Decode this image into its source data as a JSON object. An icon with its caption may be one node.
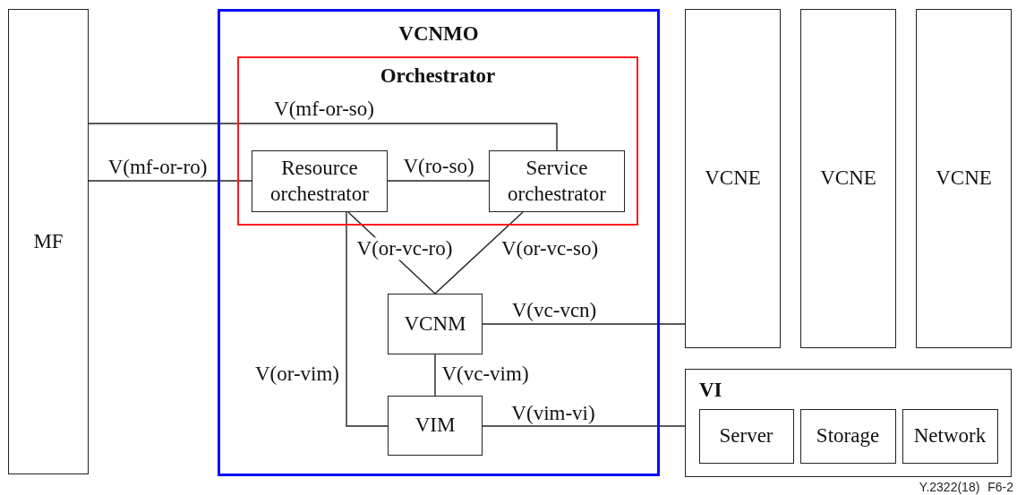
{
  "diagram": {
    "nodes": [
      {
        "text": [
          "MF"
        ]
      },
      {
        "text": [
          "VCNMO"
        ]
      },
      {
        "text": [
          "Orchestrator"
        ],
        "in": 1
      },
      {
        "text": [
          "Resource orchestrator"
        ],
        "in": 2
      },
      {
        "text": [
          "Service orchestrator"
        ],
        "in": 2
      },
      {
        "text": [
          "VCNM"
        ],
        "in": 1
      },
      {
        "text": [
          "VIM"
        ],
        "in": 1
      },
      {
        "text": [
          "VCNE"
        ]
      },
      {
        "text": [
          "VCNE"
        ]
      },
      {
        "text": [
          "VCNE"
        ]
      },
      {
        "text": [
          "VI"
        ]
      },
      {
        "text": [
          "Server"
        ],
        "in": 10
      },
      {
        "text": [
          "Storage"
        ],
        "in": 10
      },
      {
        "text": [
          "Network"
        ],
        "in": 10
      }
    ],
    "edges": [
      {
        "from": 0,
        "to": 4,
        "arrow": "none",
        "label": "V(mf-or-so)"
      },
      {
        "from": 0,
        "to": 3,
        "arrow": "none",
        "label": "V(mf-or-ro)"
      },
      {
        "from": 3,
        "to": 4,
        "arrow": "none",
        "label": "V(ro-so)"
      },
      {
        "from": 3,
        "to": 5,
        "arrow": "none",
        "label": "V(or-vc-ro)"
      },
      {
        "from": 4,
        "to": 5,
        "arrow": "none",
        "label": "V(or-vc-so)"
      },
      {
        "from": 3,
        "to": 6,
        "arrow": "none",
        "label": "V(or-vim)"
      },
      {
        "from": 5,
        "to": 7,
        "arrow": "none",
        "label": "V(vc-vcn)"
      },
      {
        "from": 5,
        "to": 6,
        "arrow": "none",
        "label": "V(vc-vim)"
      },
      {
        "from": 6,
        "to": 10,
        "arrow": "none",
        "label": "V(vim-vi)"
      }
    ],
    "labels": [
      "Y.2322(18) F6-2"
    ]
  }
}
